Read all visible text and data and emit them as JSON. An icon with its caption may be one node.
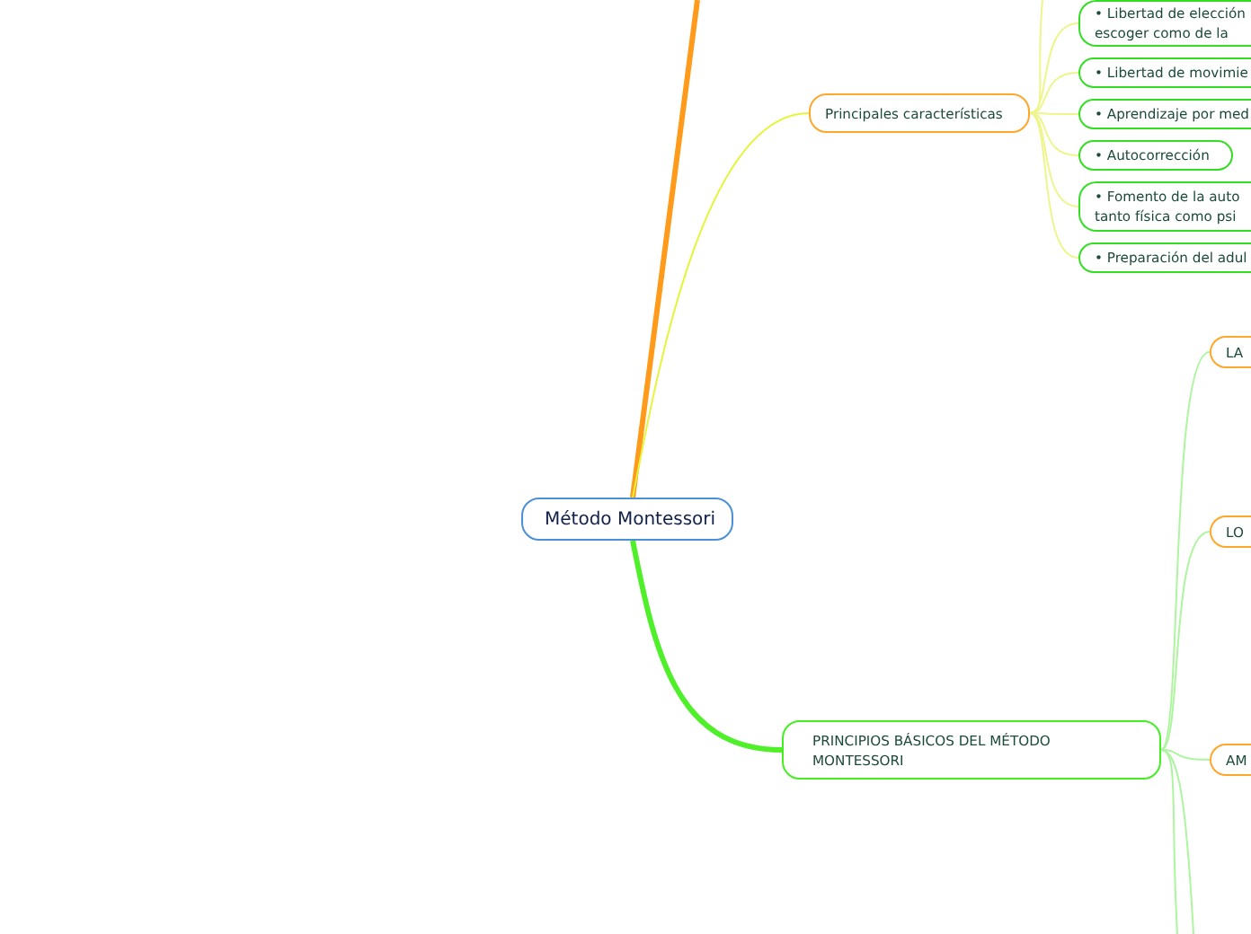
{
  "diagram": {
    "nodes": [
      {
        "text": [
          "Método Montessori"
        ]
      },
      {
        "text": [
          "Principales características"
        ]
      },
      {
        "text": [
          "• Libertad de elección escoger como de la"
        ]
      },
      {
        "text": [
          "• Libertad de movimie"
        ]
      },
      {
        "text": [
          "• Aprendizaje por med"
        ]
      },
      {
        "text": [
          "• Autocorrección"
        ]
      },
      {
        "text": [
          "• Fomento de la auto tanto física como psi"
        ]
      },
      {
        "text": [
          "• Preparación del adul"
        ]
      },
      {
        "text": [
          "PRINCIPIOS BÁSICOS DEL MÉTODO MONTESSORI"
        ]
      },
      {
        "text": [
          "LA"
        ]
      },
      {
        "text": [
          "LO"
        ]
      },
      {
        "text": [
          "AM"
        ]
      }
    ],
    "edges": [
      {
        "from": 0,
        "to": null,
        "arrow": "none",
        "color": "#ff9a1a",
        "style": "thick"
      },
      {
        "from": 0,
        "to": 1,
        "arrow": "none",
        "color": "#e4f53a"
      },
      {
        "from": 1,
        "to": null,
        "arrow": "none",
        "color": "#eef58a"
      },
      {
        "from": 1,
        "to": 2,
        "arrow": "none",
        "color": "#eef58a"
      },
      {
        "from": 1,
        "to": 3,
        "arrow": "none",
        "color": "#eef58a"
      },
      {
        "from": 1,
        "to": 4,
        "arrow": "none",
        "color": "#eef58a"
      },
      {
        "from": 1,
        "to": 5,
        "arrow": "none",
        "color": "#eef58a"
      },
      {
        "from": 1,
        "to": 6,
        "arrow": "none",
        "color": "#eef58a"
      },
      {
        "from": 1,
        "to": 7,
        "arrow": "none",
        "color": "#eef58a"
      },
      {
        "from": 0,
        "to": 8,
        "arrow": "none",
        "color": "#4ff02a",
        "style": "thick"
      },
      {
        "from": 8,
        "to": 9,
        "arrow": "none",
        "color": "#aef5a0"
      },
      {
        "from": 8,
        "to": 10,
        "arrow": "none",
        "color": "#aef5a0"
      },
      {
        "from": 8,
        "to": 11,
        "arrow": "none",
        "color": "#aef5a0"
      },
      {
        "from": 8,
        "to": null,
        "arrow": "none",
        "color": "#aef5a0"
      },
      {
        "from": 8,
        "to": null,
        "arrow": "none",
        "color": "#aef5a0"
      }
    ]
  }
}
